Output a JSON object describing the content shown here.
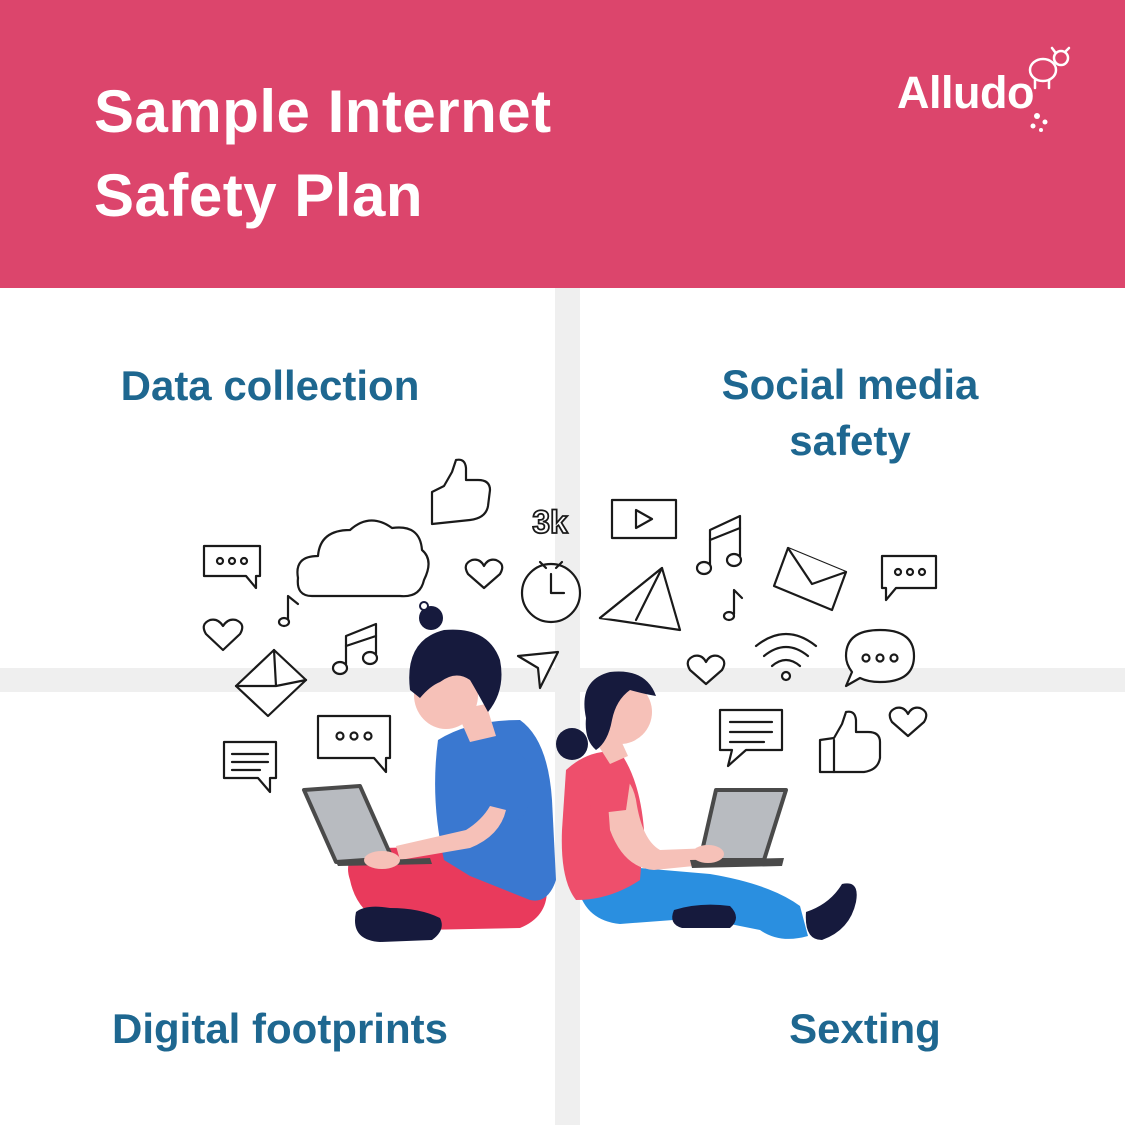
{
  "header": {
    "title_line1": "Sample Internet",
    "title_line2": "Safety Plan",
    "background_color": "#dc456c",
    "logo_text": "Alludo"
  },
  "quadrants": {
    "top_left": "Data collection",
    "top_right_line1": "Social media",
    "top_right_line2": "safety",
    "bottom_left": "Digital footprints",
    "bottom_right": "Sexting"
  },
  "illustration": {
    "badge_text": "3k",
    "icons": [
      "thumbs-up-icon",
      "cloud-icon",
      "heart-icon",
      "chat-bubble-icon",
      "envelope-icon",
      "music-note-icon",
      "clock-icon",
      "paper-plane-icon",
      "play-button-icon",
      "wifi-icon",
      "send-arrow-icon"
    ]
  },
  "colors": {
    "label_blue": "#1e6790",
    "divider_gray": "#efefef",
    "boy_shirt": "#3a78d0",
    "boy_pants": "#e93a5c",
    "girl_shirt": "#ee4f6c",
    "girl_pants": "#2a8fe0",
    "hair": "#161a3d",
    "skin": "#f6c1b8"
  }
}
